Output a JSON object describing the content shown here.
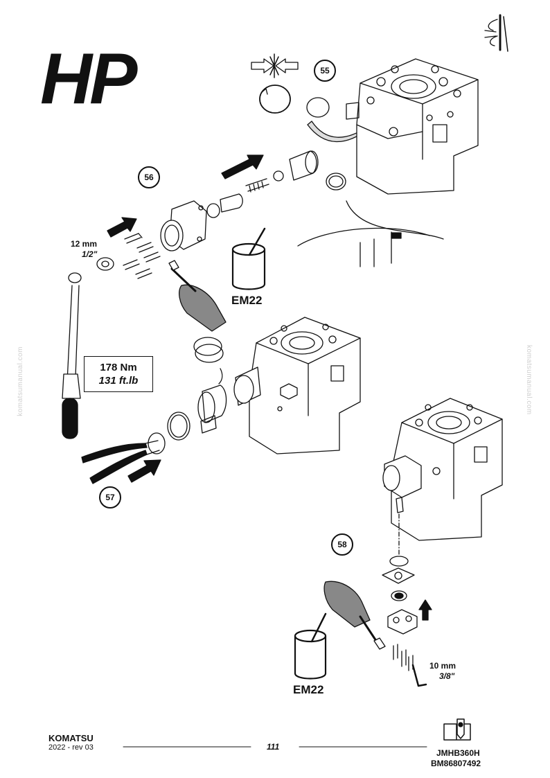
{
  "header": {
    "title": "HP"
  },
  "steps": [
    "55",
    "56",
    "57",
    "58"
  ],
  "callouts": {
    "wrench_top_size": "12 mm",
    "wrench_top_inch": "1/2\"",
    "torque_nm": "178 Nm",
    "torque_ftlb": "131 ft.lb",
    "compound_1": "EM22",
    "compound_2": "EM22",
    "wrench_bottom_size": "10 mm",
    "wrench_bottom_inch": "3/8\""
  },
  "watermark": "komatsumanual.com",
  "footer": {
    "brand": "KOMATSU",
    "revision": "2022 -  rev 03",
    "page": "111",
    "code_1": "JMHB360H",
    "code_2": "BM86807492"
  },
  "icons": [
    "corner-tool-icon",
    "compress-arrows-icon",
    "circlip-icon",
    "manual-book-icon"
  ]
}
